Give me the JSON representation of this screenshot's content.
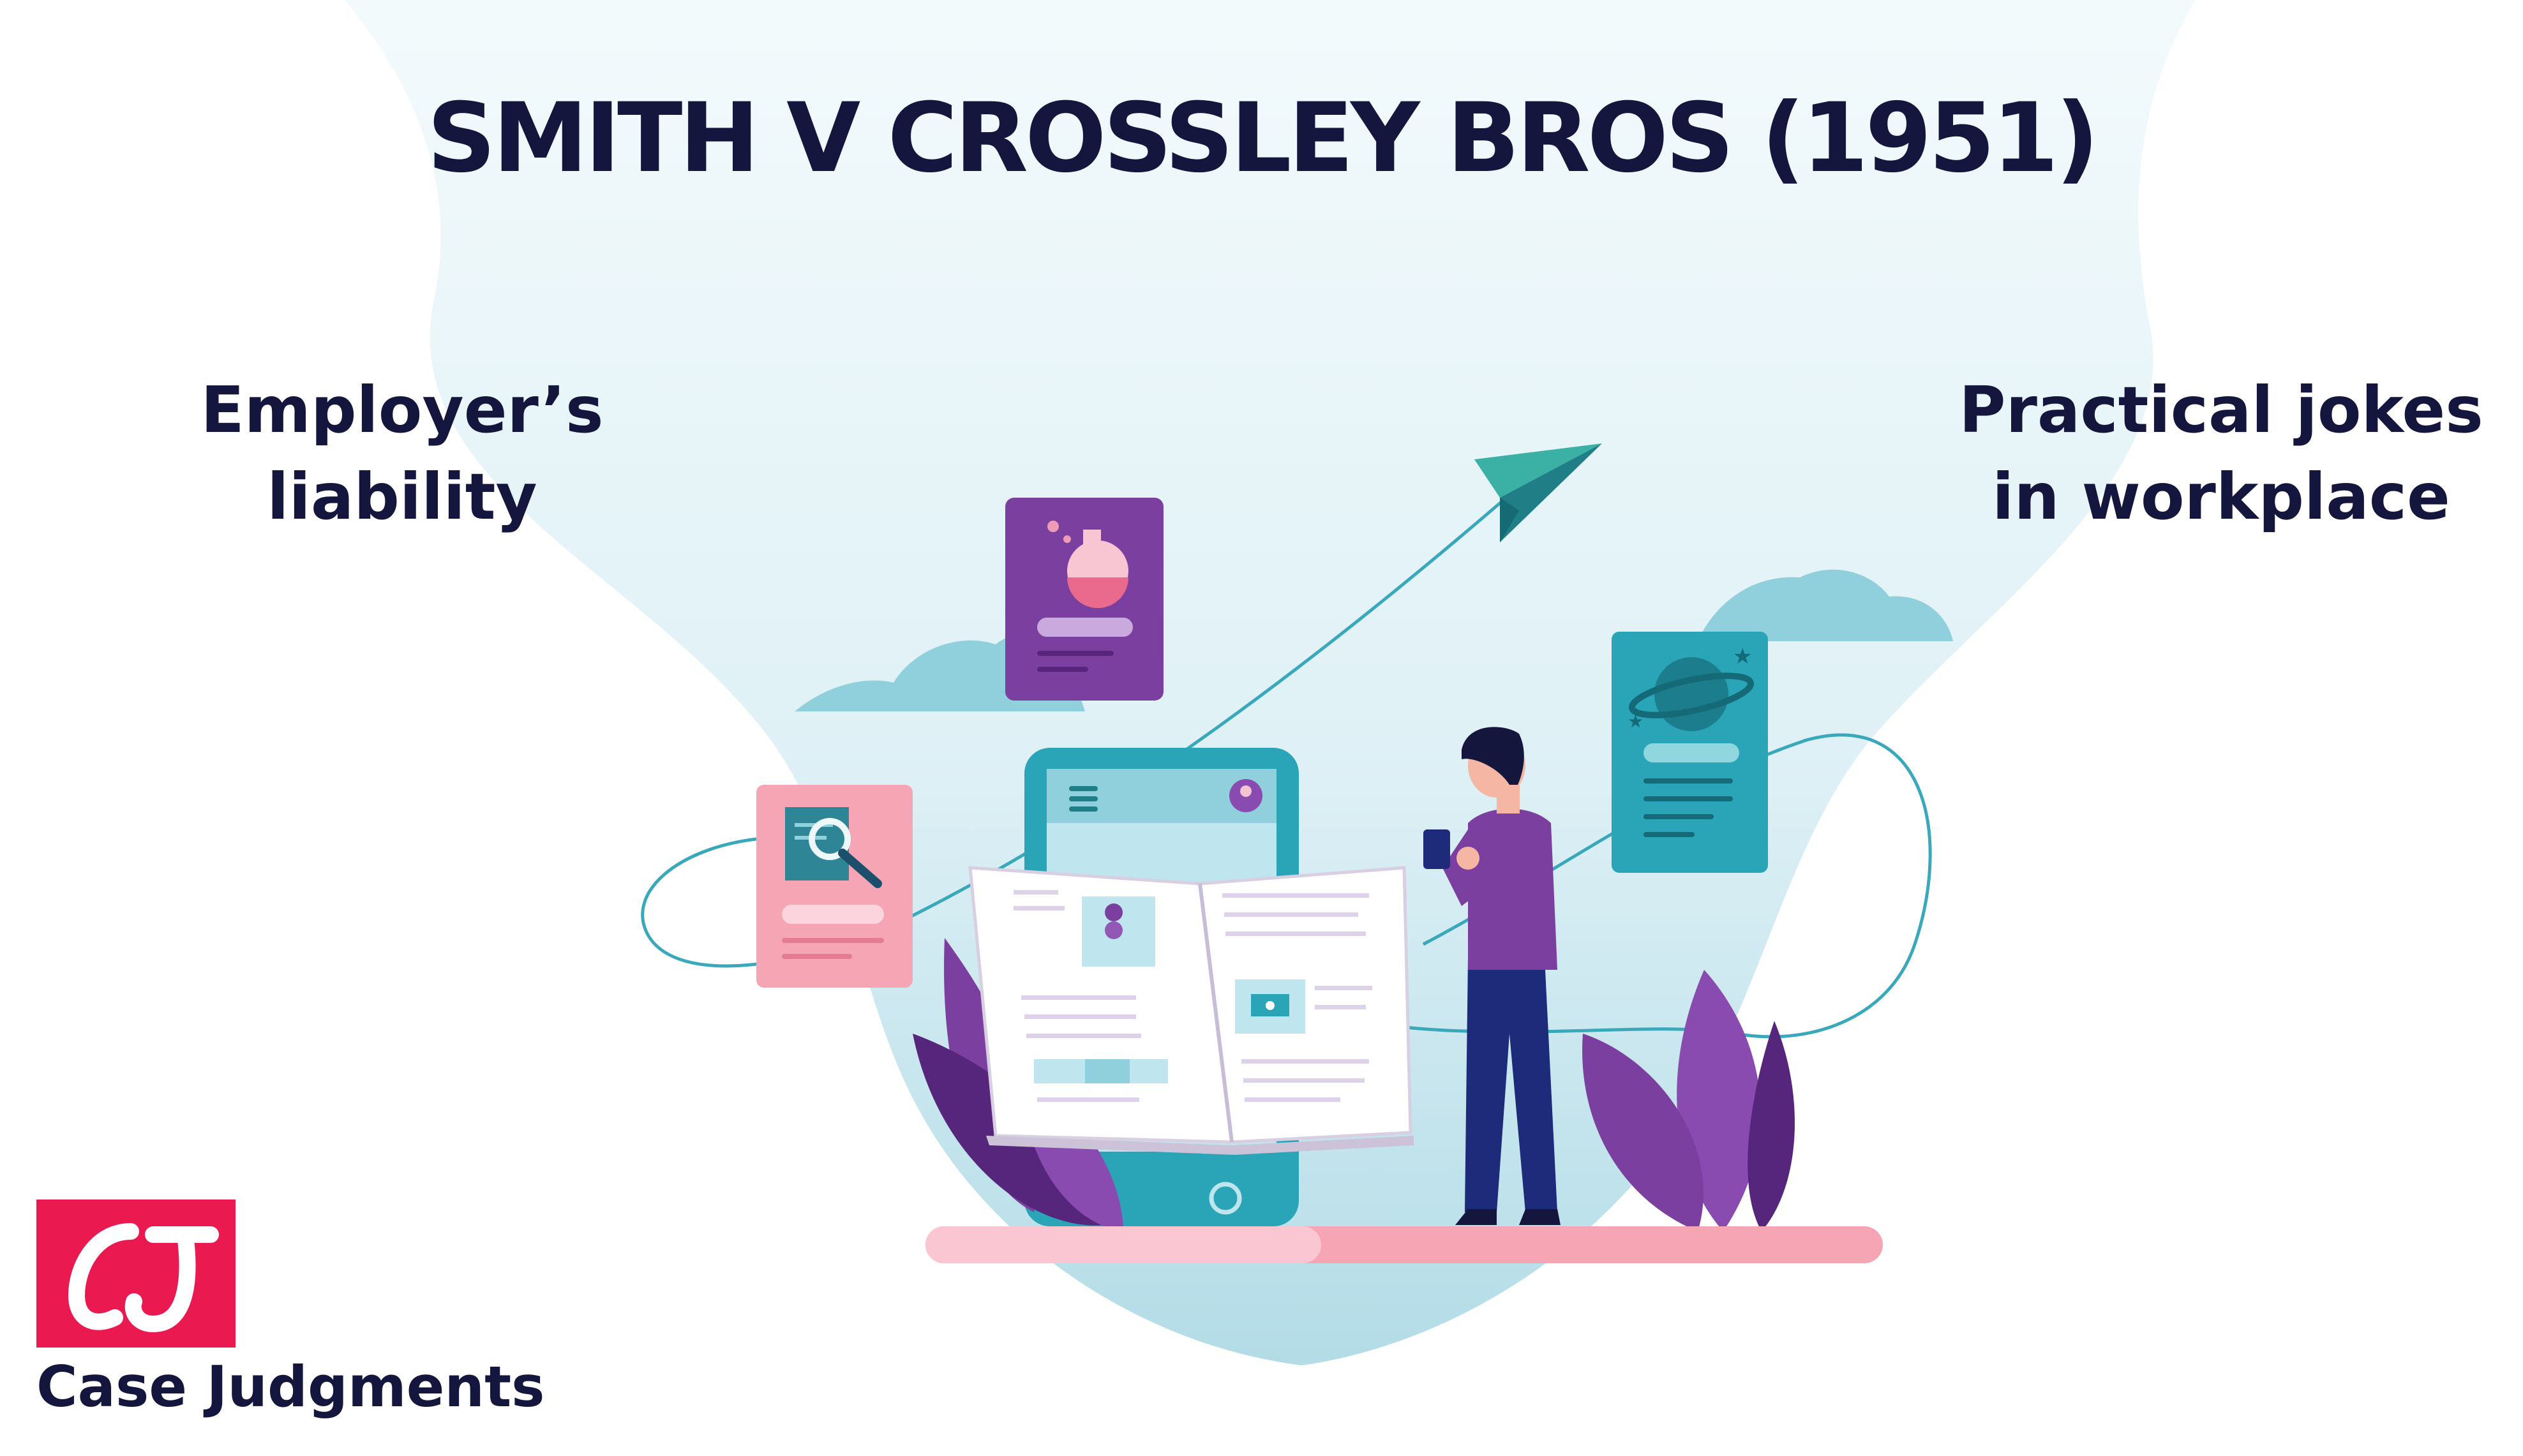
{
  "title": "SMITH V CROSSLEY BROS (1951)",
  "left_label": {
    "line1": "Employer’s",
    "line2": "liability"
  },
  "right_label": {
    "line1": "Practical jokes",
    "line2": "in workplace"
  },
  "logo": {
    "monogram": "CJ",
    "name": "Case Judgments"
  },
  "colors": {
    "title_text": "#14163d",
    "logo_red": "#ea1a51",
    "teal": "#2aa5b7",
    "purple": "#7b3fa0",
    "pink": "#f5a3b4",
    "backdrop": "#e6f4f8"
  },
  "icons": [
    "paper-plane-icon",
    "potion-flask-icon",
    "magnifier-icon",
    "planet-icon",
    "user-avatar-icon",
    "open-book-icon",
    "tablet-icon",
    "smartphone-icon",
    "leaf-plant-icon",
    "cloud-icon"
  ]
}
